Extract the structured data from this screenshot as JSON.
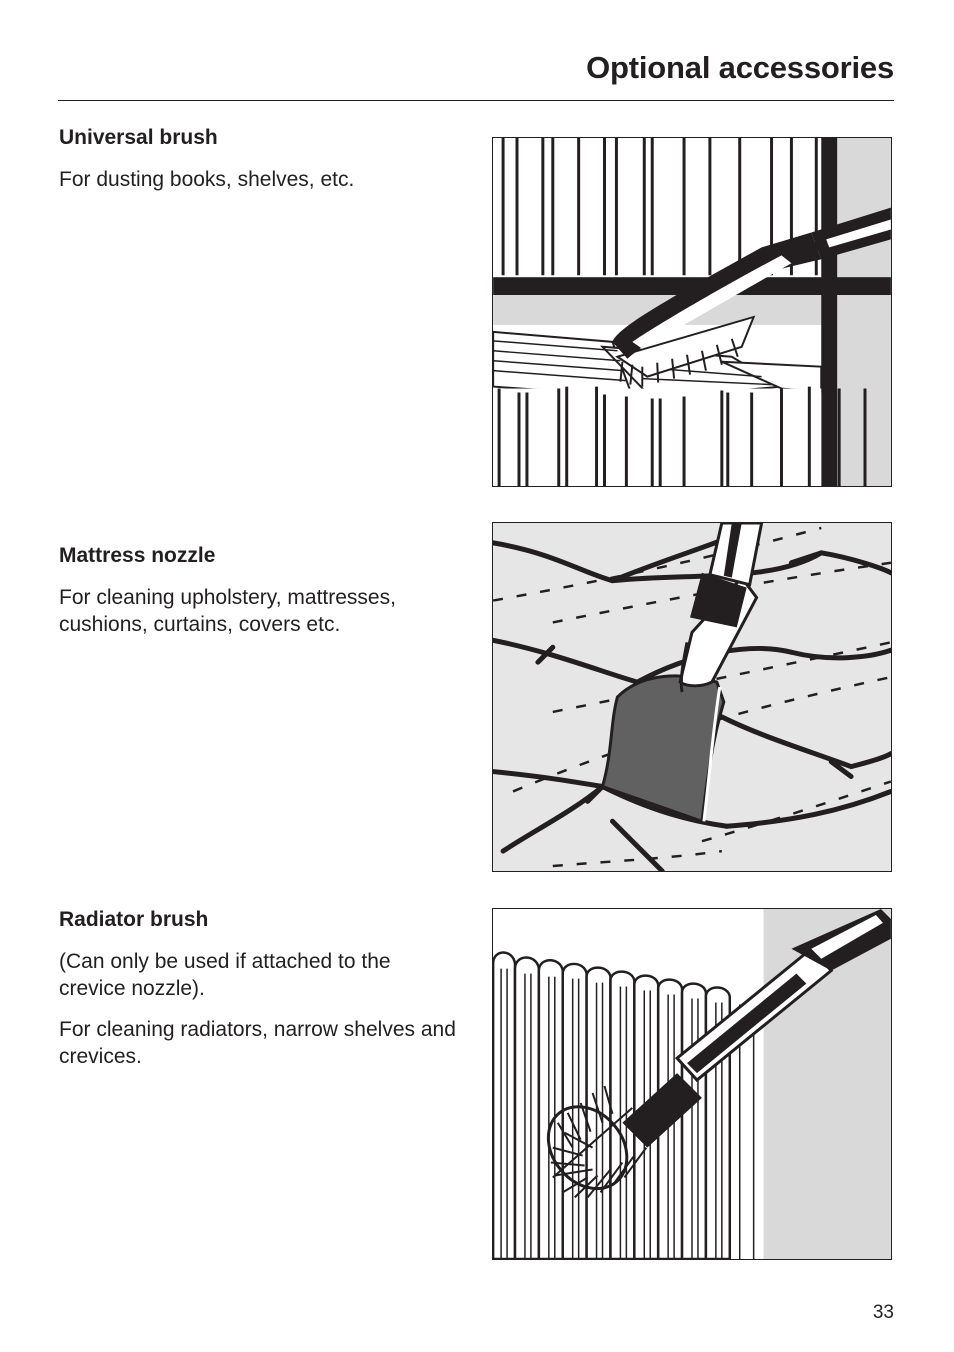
{
  "header": {
    "title": "Optional accessories"
  },
  "sections": [
    {
      "heading": "Universal brush",
      "paragraphs": [
        "For dusting books, shelves, etc."
      ]
    },
    {
      "heading": "Mattress nozzle",
      "paragraphs": [
        "For cleaning upholstery, mattresses, cushions, curtains, covers etc."
      ]
    },
    {
      "heading": "Radiator brush",
      "paragraphs": [
        "(Can only be used if attached to the crevice nozzle).",
        "For cleaning radiators, narrow shelves and crevices."
      ]
    }
  ],
  "footer": {
    "page_number": "33"
  },
  "colors": {
    "ink": "#231f20",
    "illustration_grey": "#d9d9d9",
    "nozzle_grey": "#616161"
  }
}
